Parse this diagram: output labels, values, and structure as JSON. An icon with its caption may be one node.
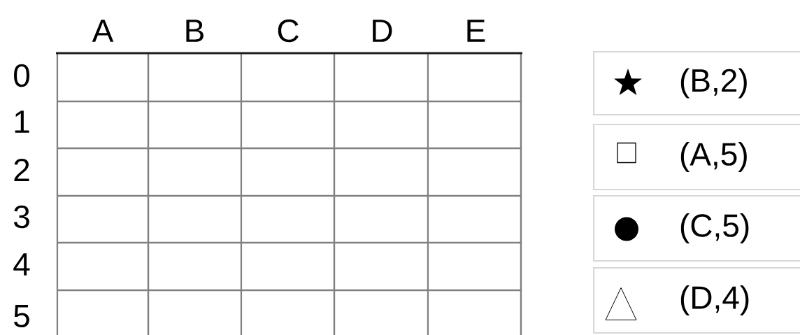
{
  "diagram": {
    "nodes": [
      {
        "text": [
          "(B,2)"
        ]
      },
      {
        "text": [
          "(A,5)"
        ]
      },
      {
        "text": [
          "(C,5)"
        ]
      },
      {
        "text": [
          "(D,4)"
        ]
      }
    ],
    "labels": [
      "A",
      "B",
      "C",
      "D",
      "E",
      "0",
      "1",
      "2",
      "3",
      "4",
      "5"
    ]
  }
}
